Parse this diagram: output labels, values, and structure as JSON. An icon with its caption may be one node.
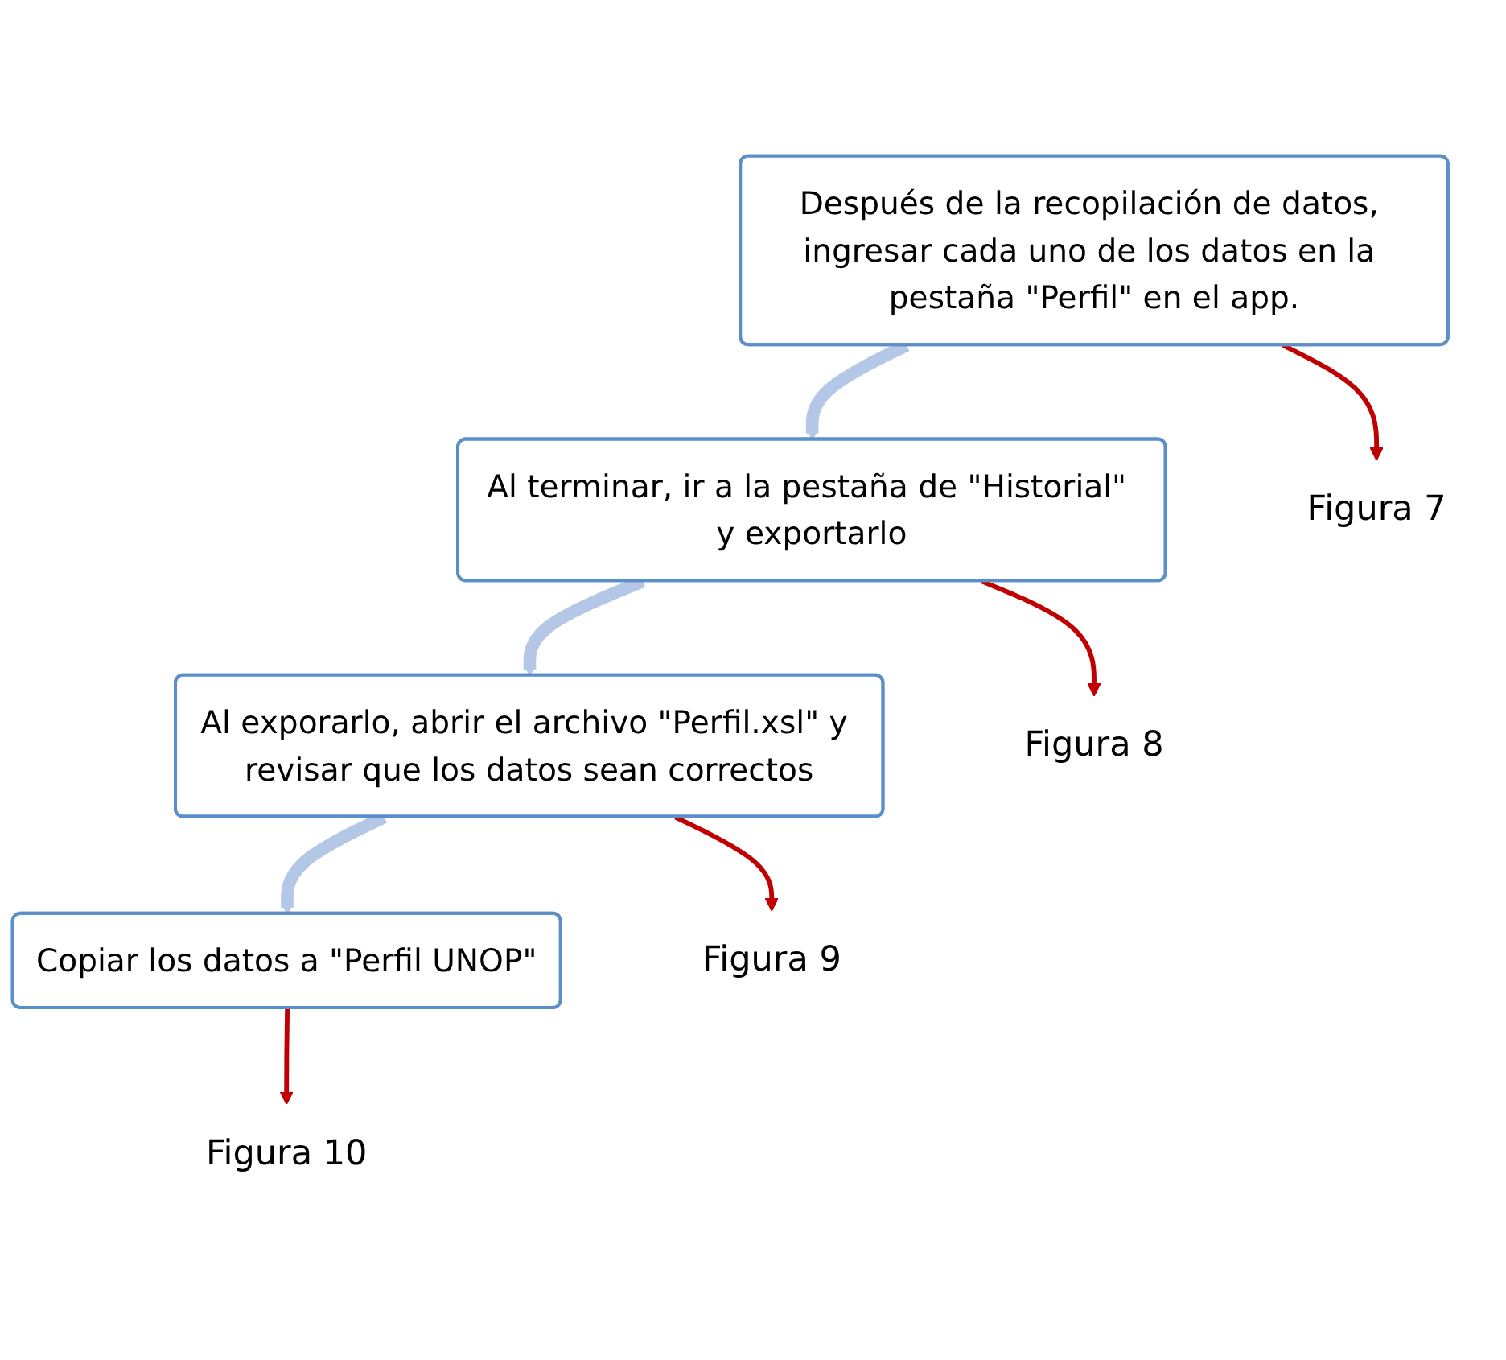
{
  "diagram": {
    "nodes": [
      {
        "text": [
          "Después de la recopilación de datos, ingresar cada uno de los datos en la pestaña \"Perfil\" en el app."
        ]
      },
      {
        "text": [
          "Al terminar, ir a la pestaña de \"Historial\" y exportarlo"
        ]
      },
      {
        "text": [
          "Al exporarlo, abrir el archivo \"Perfil.xsl\" y revisar que los datos sean correctos"
        ]
      },
      {
        "text": [
          "Copiar los datos a \"Perfil UNOP\""
        ]
      },
      {
        "text": [
          "Figura 7"
        ]
      },
      {
        "text": [
          "Figura 8"
        ]
      },
      {
        "text": [
          "Figura 9"
        ]
      },
      {
        "text": [
          "Figura 10"
        ]
      }
    ],
    "edges": [
      {
        "from": 0,
        "to": 1,
        "arrow": "to",
        "style": "thick",
        "color": "#b4c7e7"
      },
      {
        "from": 1,
        "to": 2,
        "arrow": "to",
        "style": "thick",
        "color": "#b4c7e7"
      },
      {
        "from": 2,
        "to": 3,
        "arrow": "to",
        "style": "thick",
        "color": "#b4c7e7"
      },
      {
        "from": 0,
        "to": 4,
        "arrow": "to",
        "color": "#c00000"
      },
      {
        "from": 1,
        "to": 5,
        "arrow": "to",
        "color": "#c00000"
      },
      {
        "from": 2,
        "to": 6,
        "arrow": "to",
        "color": "#c00000"
      },
      {
        "from": 3,
        "to": 7,
        "arrow": "to",
        "color": "#c00000"
      }
    ]
  }
}
